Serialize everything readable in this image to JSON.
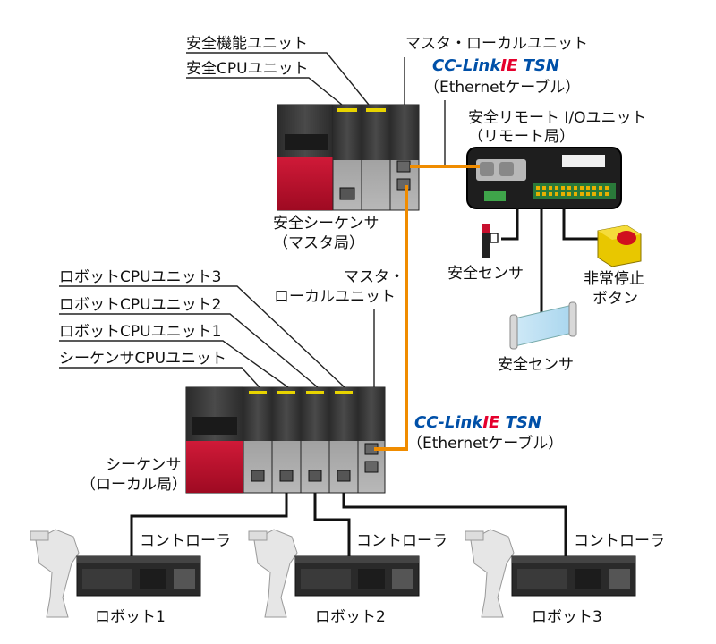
{
  "labels": {
    "safety_function_unit": "安全機能ユニット",
    "safety_cpu_unit": "安全CPUユニット",
    "master_local_unit_top": "マスタ・ローカルユニット",
    "cclink_top": {
      "cc": "CC-Link",
      "ie": "IE",
      "tsn": " TSN"
    },
    "ethernet_cable_top": "（Ethernetケーブル）",
    "safety_remote_io_unit": "安全リモート I/Oユニット",
    "remote_station": "（リモート局）",
    "safety_sequencer": "安全シーケンサ",
    "master_station": "（マスタ局）",
    "safety_sensor_1": "安全センサ",
    "emergency_stop": "非常停止",
    "button": "ボタン",
    "safety_sensor_2": "安全センサ",
    "robot_cpu_unit_3": "ロボットCPUユニット3",
    "robot_cpu_unit_2": "ロボットCPUユニット2",
    "robot_cpu_unit_1": "ロボットCPUユニット1",
    "sequencer_cpu_unit": "シーケンサCPUユニット",
    "master_local_mid_1": "マスタ・",
    "master_local_mid_2": "ローカルユニット",
    "cclink_mid": {
      "cc": "CC-Link",
      "ie": "IE",
      "tsn": " TSN"
    },
    "ethernet_cable_mid": "（Ethernetケーブル）",
    "sequencer": "シーケンサ",
    "local_station": "（ローカル局）",
    "controller_1": "コントローラ",
    "controller_2": "コントローラ",
    "controller_3": "コントローラ",
    "robot_1": "ロボット1",
    "robot_2": "ロボット2",
    "robot_3": "ロボット3"
  },
  "colors": {
    "tsn_cable": "#f08c00",
    "cclink_blue": "#0050a8",
    "cclink_red": "#e5002d",
    "module_red": "#c8102e",
    "module_dark": "#3a3a3a",
    "unit_yellow": "#e8d400"
  }
}
